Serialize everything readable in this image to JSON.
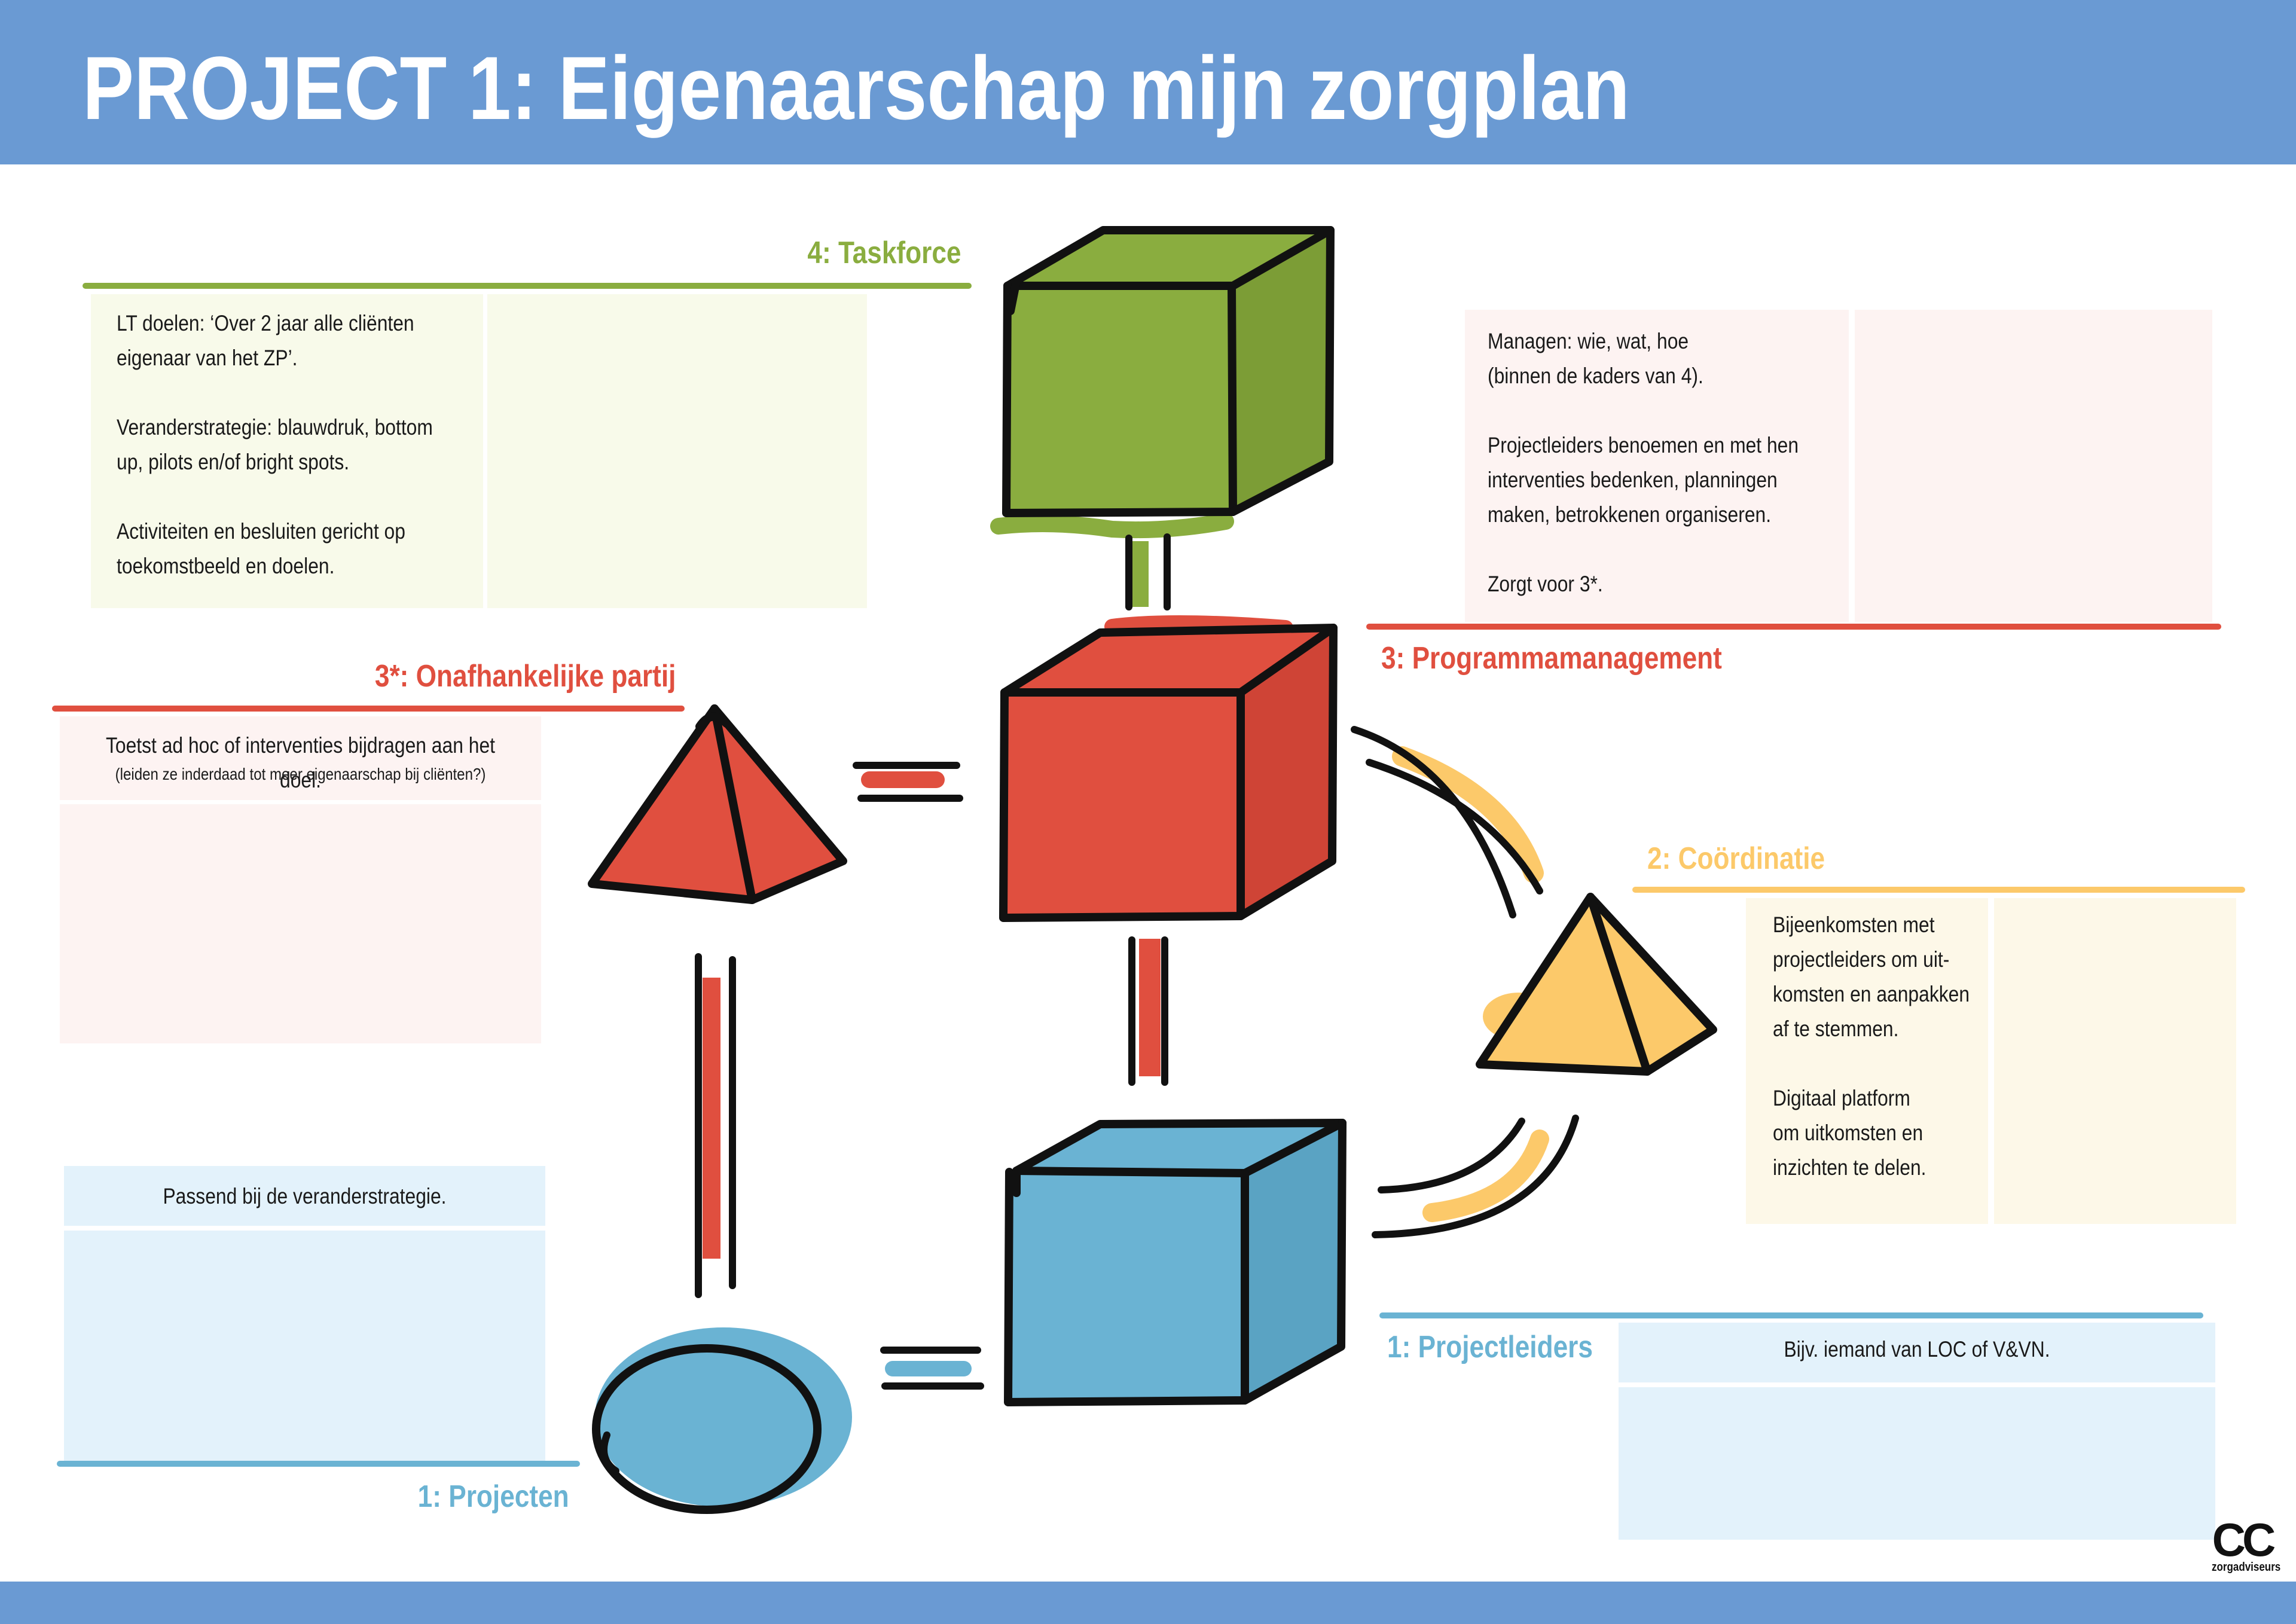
{
  "title": "PROJECT 1: Eigenaarschap mijn zorgplan",
  "colors": {
    "header": "#6a9ad3",
    "green": "#8aad3f",
    "red": "#e04f3f",
    "yellow": "#fcc96a",
    "blue": "#6ab3d3",
    "outline": "#111111"
  },
  "sections": {
    "taskforce": {
      "label": "4: Taskforce",
      "text": "LT doelen: ‘Over 2 jaar alle cliënten\neigenaar van het ZP’.\n\nVeranderstrategie: blauwdruk, bottom\nup, pilots en/of bright spots.\n\nActiviteiten en besluiten gericht op\ntoekomstbeeld en doelen."
    },
    "programmamanagement": {
      "label": "3: Programmamanagement",
      "text": "Managen: wie, wat, hoe\n(binnen de kaders van 4).\n\nProjectleiders benoemen en met hen\ninterventies bedenken, planningen\nmaken, betrokkenen organiseren.\n\nZorgt voor 3*."
    },
    "onafhankelijke": {
      "label": "3*: Onafhankelijke partij",
      "text": "Toetst ad hoc of interventies bijdragen aan het doel.",
      "note": "(leiden ze inderdaad tot meer eigenaarschap bij cliënten?)"
    },
    "coordinatie": {
      "label": "2: Coördinatie",
      "text": "Bijeenkomsten met\nprojectleiders om uit-\nkomsten en aanpakken\naf te stemmen.\n\nDigitaal platform\nom uitkomsten en\ninzichten te delen."
    },
    "projecten": {
      "label": "1: Projecten",
      "text": "Passend bij de veranderstrategie."
    },
    "projectleiders": {
      "label": "1: Projectleiders",
      "text": "Bijv. iemand van LOC of V&VN."
    }
  },
  "logo": {
    "mark": "CC",
    "sub": "zorgadviseurs"
  }
}
